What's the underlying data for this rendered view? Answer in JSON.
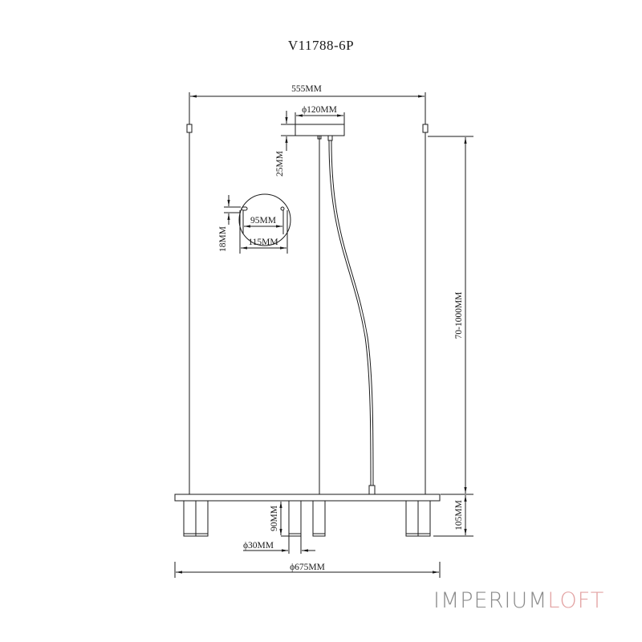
{
  "title": "V11788-6P",
  "dimensions": {
    "suspension_width": "555MM",
    "canopy_diameter": "ϕ120MM",
    "canopy_height": "25MM",
    "detail_inner": "95MM",
    "detail_outer": "115MM",
    "detail_height": "18MM",
    "drop_length": "70-1000MM",
    "fixture_height": "105MM",
    "shade_height": "90MM",
    "shade_diameter": "ϕ30MM",
    "total_diameter": "ϕ675MM"
  },
  "logo": {
    "part1": "IMPERIUM",
    "part2": "LOFT",
    "color1": "#8c8c8c",
    "color2": "#e3a3a3"
  },
  "colors": {
    "line": "#1a1a1a",
    "background": "#ffffff"
  }
}
